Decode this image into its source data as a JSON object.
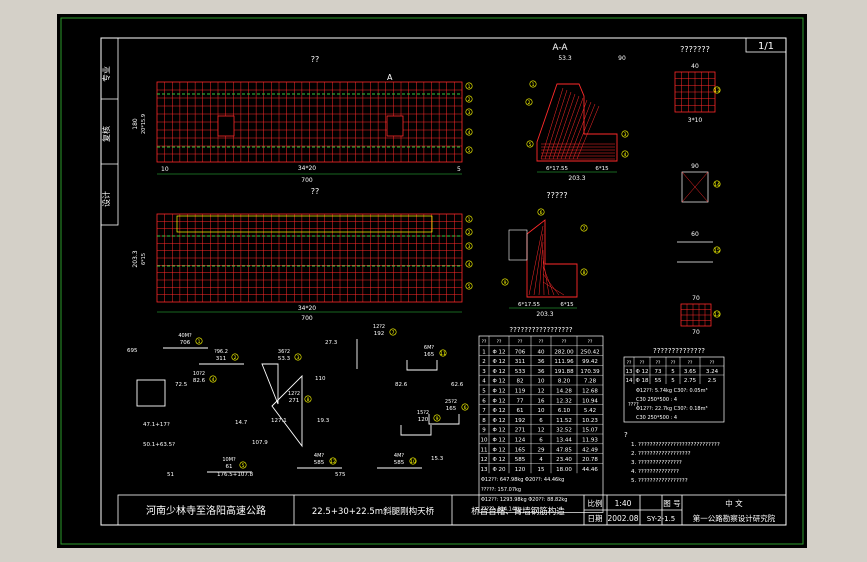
{
  "sheet": {
    "number": "1/1",
    "margin_labels": [
      "专业",
      "复核",
      "设计"
    ]
  },
  "views": {
    "top_elevation_title": "??",
    "bottom_elevation_title": "??",
    "section_title": "A-A",
    "section_mark": "A",
    "section_b_title": "?????",
    "detail_title": "???????",
    "top_total_label": "34*20",
    "top_total_len": "700",
    "bottom_total_label": "34*20",
    "bottom_total_len": "700",
    "top_left_dim": "10",
    "top_right_dim": "5",
    "section_bottom_dims": [
      "6*17.55",
      "6*15"
    ],
    "section_total": "203.3",
    "section_top_dim": "53.3",
    "section_top_left": "90",
    "section_b_bottom_dims": [
      "6*17.55",
      "6*15"
    ],
    "section_b_total": "203.3",
    "detail_dims": [
      "40",
      "3*10",
      "90",
      "60",
      "70",
      "70"
    ]
  },
  "rebar_table": {
    "title": "?????????????????",
    "headers": [
      "??",
      "??\n(mm)",
      "??\n(cm)",
      "??",
      "??\n(m)",
      "??\n(kg)"
    ],
    "rows": [
      [
        "1",
        "Φ 12",
        "706",
        "40",
        "282.00",
        "250.42"
      ],
      [
        "2",
        "Φ 12",
        "311",
        "36",
        "111.96",
        "99.42"
      ],
      [
        "3",
        "Φ 12",
        "533",
        "36",
        "191.88",
        "170.39"
      ],
      [
        "4",
        "Φ 12",
        "82",
        "10",
        "8.20",
        "7.28"
      ],
      [
        "5",
        "Φ 12",
        "119",
        "12",
        "14.28",
        "12.68"
      ],
      [
        "6",
        "Φ 12",
        "77",
        "16",
        "12.32",
        "10.94"
      ],
      [
        "7",
        "Φ 12",
        "61",
        "10",
        "6.10",
        "5.42"
      ],
      [
        "8",
        "Φ 12",
        "192",
        "6",
        "11.52",
        "10.23"
      ],
      [
        "9",
        "Φ 12",
        "271",
        "12",
        "32.52",
        "15.07"
      ],
      [
        "10",
        "Φ 12",
        "124",
        "6",
        "13.44",
        "11.93"
      ],
      [
        "11",
        "Φ 12",
        "165",
        "29",
        "47.85",
        "42.49"
      ],
      [
        "12",
        "Φ 12",
        "585",
        "4",
        "23.40",
        "20.78"
      ],
      [
        "13",
        "Φ 20",
        "120",
        "15",
        "18.00",
        "44.46"
      ]
    ],
    "summary": [
      "Φ12??: 647.98kg Φ20??: 44.46kg",
      "?????: 157.07kg",
      "Φ12??: 1293.98kg Φ20??: 88.82kg",
      "?????: 314.14kg"
    ]
  },
  "small_table": {
    "title": "??????????????",
    "headers": [
      "??",
      "??",
      "??",
      "??",
      "??",
      "??"
    ],
    "rows": [
      [
        "13",
        "Φ 12",
        "73",
        "5",
        "3.65",
        "3.24"
      ],
      [
        "14",
        "Φ 18",
        "55",
        "5",
        "2.75",
        "2.5"
      ]
    ],
    "notes": [
      "Φ12??: 5.74kg  C30?: 0.05m³",
      "C30 250*500 : 4",
      "Φ12??: 22.7kg  C30?: 0.18m³",
      "C30 250*500 : 4"
    ],
    "side_label": "????"
  },
  "notes": {
    "title": "?",
    "items": [
      "1. ????????????????????????????",
      "2. ??????????????????",
      "3. ???????????????",
      "4. ??????????????",
      "5. ?????????????????"
    ]
  },
  "title_block": {
    "project": "河南少林寺至洛阳高速公路",
    "bridge": "22.5+30+22.5m斜腿刚构天桥",
    "drawing": "桥台台帽、背墙钢筋构造",
    "scale_label": "比例",
    "scale_value": "1:40",
    "date_label": "日期",
    "date_value": "2002.08",
    "figure_label": "图  号",
    "figure_value": "SY-2-1.5",
    "design_stage": "中  文",
    "institute": "第一公路勘察设计研究院"
  },
  "bar_shapes": [
    {
      "id": "1",
      "len": "706",
      "ext": "40M?"
    },
    {
      "id": "2",
      "len": "311",
      "ext": "?96.2"
    },
    {
      "id": "3",
      "len": "53.3",
      "ext": "36?2"
    },
    {
      "id": "4",
      "len": "82.6",
      "ext": "10?2"
    },
    {
      "id": "5",
      "len": "61",
      "ext": "10M?"
    },
    {
      "id": "6",
      "len": "165",
      "ext": "25?2"
    },
    {
      "id": "7",
      "len": "192",
      "ext": "12?2"
    },
    {
      "id": "8",
      "len": "271",
      "ext": "12?2"
    },
    {
      "id": "9",
      "len": "120",
      "ext": "15?2"
    },
    {
      "id": "10",
      "len": "585",
      "ext": "4M?"
    },
    {
      "id": "11",
      "len": "165",
      "ext": "6M?"
    },
    {
      "id": "12",
      "len": "585",
      "ext": "4M?"
    }
  ],
  "bar_dims": [
    "695",
    "72.5",
    "47.1+17?",
    "50.1+63.5?",
    "51",
    "176.5+107.8",
    "575",
    "110",
    "27.3",
    "82.6",
    "107.9",
    "62.6",
    "15.3",
    "19.3",
    "127.1",
    "14.7"
  ],
  "colors": {
    "background": "#000000",
    "frame": "#ffffff",
    "rebar": "#ff2a2a",
    "dim": "#2ecc40",
    "text": "#ffffff",
    "accent": "#ffff00",
    "border_outer": "#2d9b2d"
  }
}
